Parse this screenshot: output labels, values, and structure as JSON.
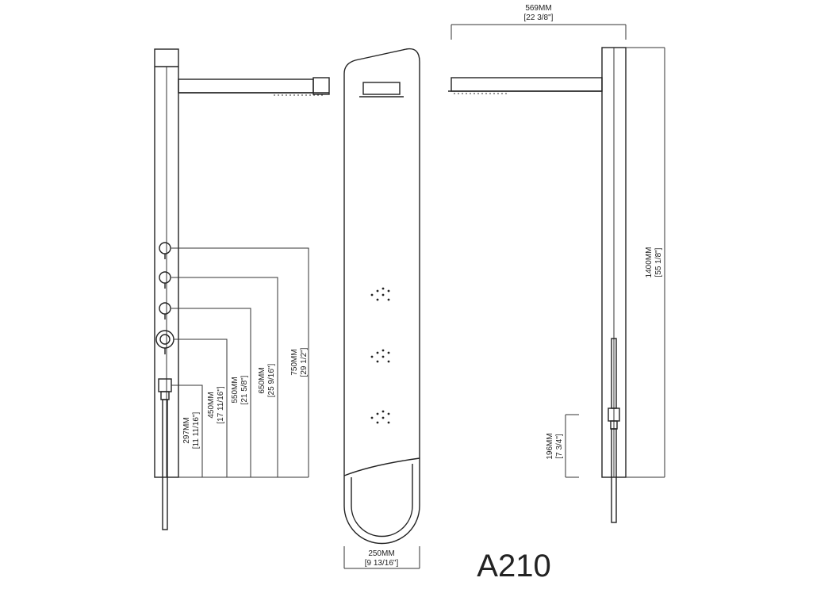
{
  "model_label": "A210",
  "dimensions": {
    "top_width_mm": "569MM",
    "top_width_in": "[22 3/8\"]",
    "height_mm": "1400MM",
    "height_in": "[55 1/8\"]",
    "hose_outlet_mm": "196MM",
    "hose_outlet_in": "[7 3/4\"]",
    "panel_width_mm": "250MM",
    "panel_width_in": "[9 13/16\"]",
    "valve_heights": [
      {
        "mm": "750MM",
        "in": "[29 1/2\"]"
      },
      {
        "mm": "650MM",
        "in": "[25 9/16\"]"
      },
      {
        "mm": "550MM",
        "in": "[21 5/8\"]"
      },
      {
        "mm": "450MM",
        "in": "[17 11/16\"]"
      },
      {
        "mm": "297MM",
        "in": "[11 11/16\"]"
      }
    ]
  }
}
